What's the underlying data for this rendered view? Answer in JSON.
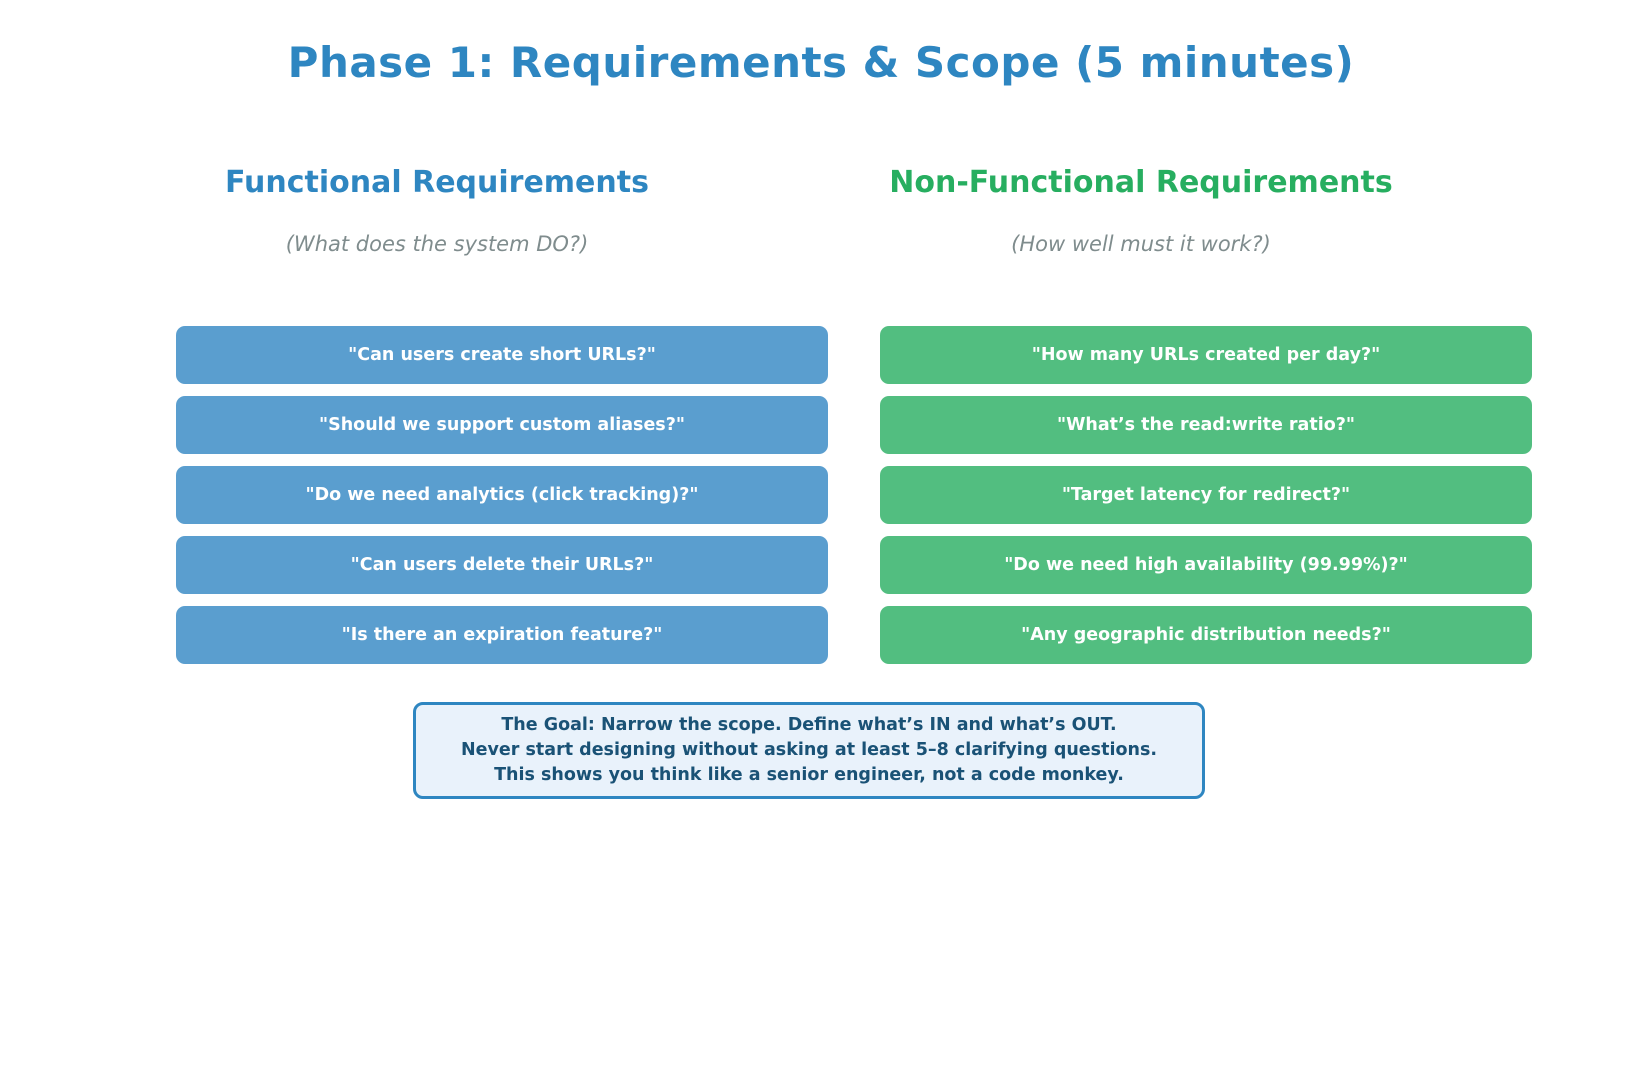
{
  "title": "Phase 1: Requirements & Scope (5 minutes)",
  "columns": {
    "functional": {
      "heading": "Functional Requirements",
      "subtitle": "(What does the system DO?)",
      "items": [
        "\"Can users create short URLs?\"",
        "\"Should we support custom aliases?\"",
        "\"Do we need analytics (click tracking)?\"",
        "\"Can users delete their URLs?\"",
        "\"Is there an expiration feature?\""
      ]
    },
    "non_functional": {
      "heading": "Non-Functional Requirements",
      "subtitle": "(How well must it work?)",
      "items": [
        "\"How many URLs created per day?\"",
        "\"What’s the read:write ratio?\"",
        "\"Target latency for redirect?\"",
        "\"Do we need high availability (99.99%)?\"",
        "\"Any geographic distribution needs?\""
      ]
    }
  },
  "goal_box": {
    "lines": [
      "The Goal: Narrow the scope. Define what’s IN and what’s OUT.",
      "Never start designing without asking at least 5–8 clarifying questions.",
      "This shows you think like a senior engineer, not a code monkey."
    ]
  },
  "colors": {
    "title_blue": "#2E86C1",
    "green_heading": "#27AE60",
    "blue_card": "#5A9ECF",
    "green_card": "#52BE80",
    "subtitle_gray": "#7F8C8D",
    "goal_bg": "#E9F2FB",
    "goal_border": "#2E86C1",
    "goal_text": "#1A5276"
  }
}
